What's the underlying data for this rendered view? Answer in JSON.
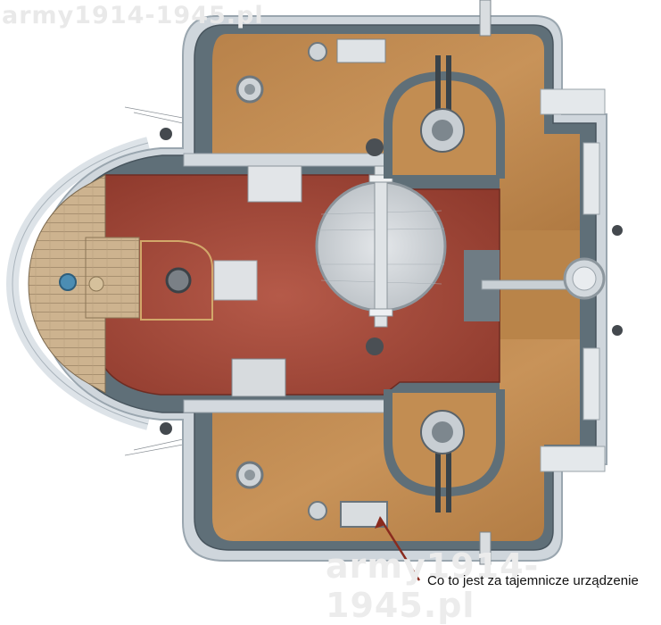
{
  "watermark_top": "army1914-1945.pl",
  "watermark_bottom": "army1914-1945.pl",
  "caption": "Co to jest za tajemnicze urządzenie",
  "colors": {
    "outer_hull": "#cfd6dc",
    "hull_edge": "#aab4bc",
    "steel_frame": "#5f6f78",
    "steel_dark": "#48555e",
    "deck_wood": "#c08a4f",
    "deck_wood_dark": "#a8743c",
    "bridge_deck": "#a3483a",
    "planking": "#cbb18c",
    "turret_disk": "#cfd3d6",
    "arrow": "#8a2b1e"
  },
  "icons": {
    "ladders": "ladder-icon",
    "guns": "gun-mount-icon",
    "hatches": "hatch-icon",
    "compass": "compass-icon"
  }
}
